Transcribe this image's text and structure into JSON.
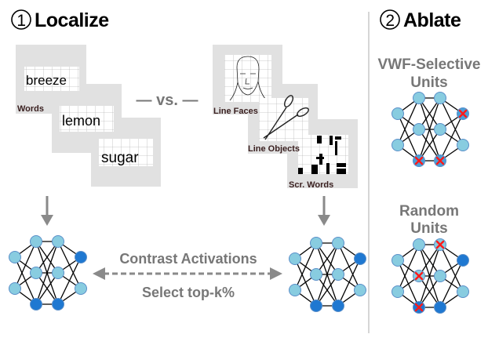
{
  "localize": {
    "step_number": "1",
    "title": "Localize",
    "word_images": [
      "breeze",
      "lemon",
      "sugar"
    ],
    "words_label": "Words",
    "vs_label": "— vs. —",
    "control_labels": [
      "Line Faces",
      "Line Objects",
      "Scr. Words"
    ],
    "contrast_label": "Contrast Activations",
    "select_label": "Select top-k%"
  },
  "ablate": {
    "step_number": "2",
    "title": "Ablate",
    "selective_title": [
      "VWF-Selective",
      "Units"
    ],
    "random_title": [
      "Random",
      "Units"
    ]
  },
  "colors": {
    "node_light": "#88cce0",
    "node_dark": "#1f78d1",
    "node_mid": "#4a9fd8",
    "ablate_x": "#ff1a1a",
    "arrow_gray": "#8a8a8a",
    "card_gray": "#e1e1e1"
  },
  "networks": {
    "localize_left": {
      "selected": [
        "h1-2",
        "h2-2",
        "out-0"
      ],
      "ablated": []
    },
    "localize_right": {
      "selected": [
        "h1-2",
        "h2-2",
        "out-0"
      ],
      "ablated": []
    },
    "ablate_selective": {
      "selected": [],
      "ablated": [
        "out-0",
        "h1-2",
        "h2-2"
      ]
    },
    "ablate_random": {
      "selected": [
        "h1-2",
        "h2-2",
        "out-0"
      ],
      "ablated": [
        "h1-1",
        "h1-2",
        "h2-0"
      ]
    }
  }
}
